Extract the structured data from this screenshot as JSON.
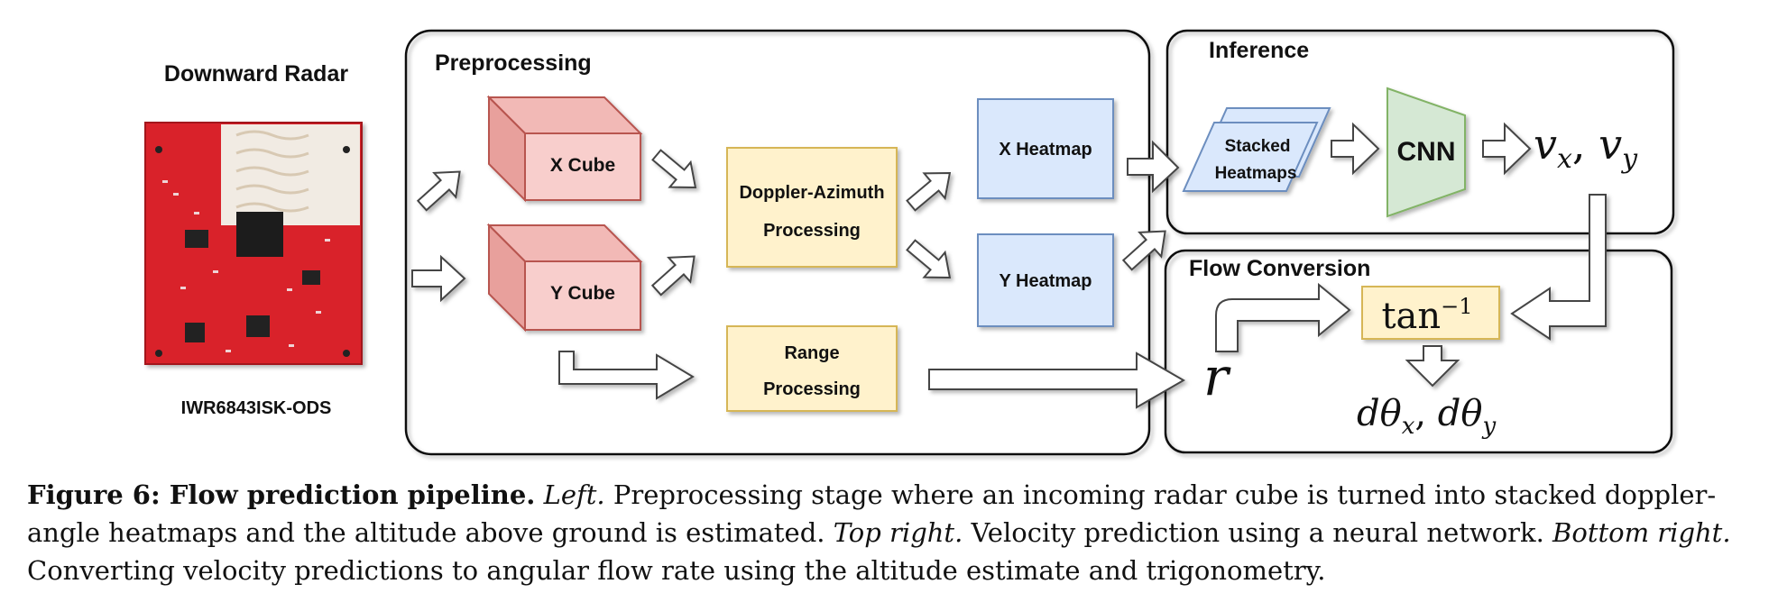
{
  "radar": {
    "title": "Downward Radar",
    "model": "IWR6843ISK-ODS"
  },
  "panels": {
    "preprocessing": "Preprocessing",
    "inference": "Inference",
    "flow_conversion": "Flow Conversion"
  },
  "nodes": {
    "x_cube": "X Cube",
    "y_cube": "Y Cube",
    "doppler_line1": "Doppler-Azimuth",
    "doppler_line2": "Processing",
    "range_line1": "Range",
    "range_line2": "Processing",
    "x_heatmap": "X Heatmap",
    "y_heatmap": "Y Heatmap",
    "stacked_line1": "Stacked",
    "stacked_line2": "Heatmaps",
    "cnn": "CNN",
    "velocity": "v",
    "velocity_x_sub": "x",
    "velocity_y_sub": "y",
    "altitude": "r",
    "arctan_base": "tan",
    "arctan_exp": "−1",
    "flow_output": "dθ",
    "flow_x_sub": "x",
    "flow_y_sub": "y"
  },
  "colors": {
    "cube_fill": "#f8cecc",
    "cube_stroke": "#b85450",
    "process_fill": "#fff2cc",
    "process_stroke": "#d6b656",
    "heatmap_fill": "#dae8fc",
    "heatmap_stroke": "#6c8ebf",
    "cnn_fill": "#d5e8d4",
    "cnn_stroke": "#82b366",
    "pcb_red": "#d9202c"
  },
  "caption": {
    "figure_label": "Figure 6: Flow prediction pipeline.",
    "left_label": "Left.",
    "left_text": "Preprocessing stage where an incoming radar cube is turned into stacked doppler-angle heatmaps and the altitude above ground is estimated.",
    "top_right_label": "Top right.",
    "top_right_text": "Velocity prediction using a neural network.",
    "bottom_right_label": "Bottom right.",
    "bottom_right_text": "Converting velocity predictions to angular flow rate using the altitude estimate and trigonometry."
  }
}
